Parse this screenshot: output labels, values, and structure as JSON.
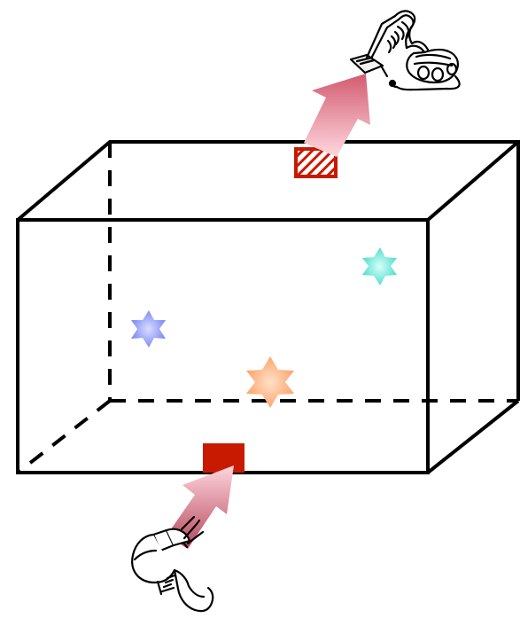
{
  "diagram": {
    "box": {
      "stroke_color": "#000000"
    },
    "particles": [
      {
        "name": "blue-particle",
        "color": "#6f7cf0",
        "center_color": "#d9ddff"
      },
      {
        "name": "teal-particle",
        "color": "#3dd8c8",
        "center_color": "#d7fff9"
      },
      {
        "name": "orange-particle",
        "color": "#ff9a5c",
        "center_color": "#ffe1ca"
      }
    ],
    "inlet": {
      "icon": "hair-dryer-icon",
      "port_color": "#c81a00",
      "arrow_color": "#d65f72"
    },
    "outlet": {
      "icon": "vacuum-cleaner-icon",
      "port_color": "#c81a00",
      "arrow_color": "#d65f72"
    }
  }
}
